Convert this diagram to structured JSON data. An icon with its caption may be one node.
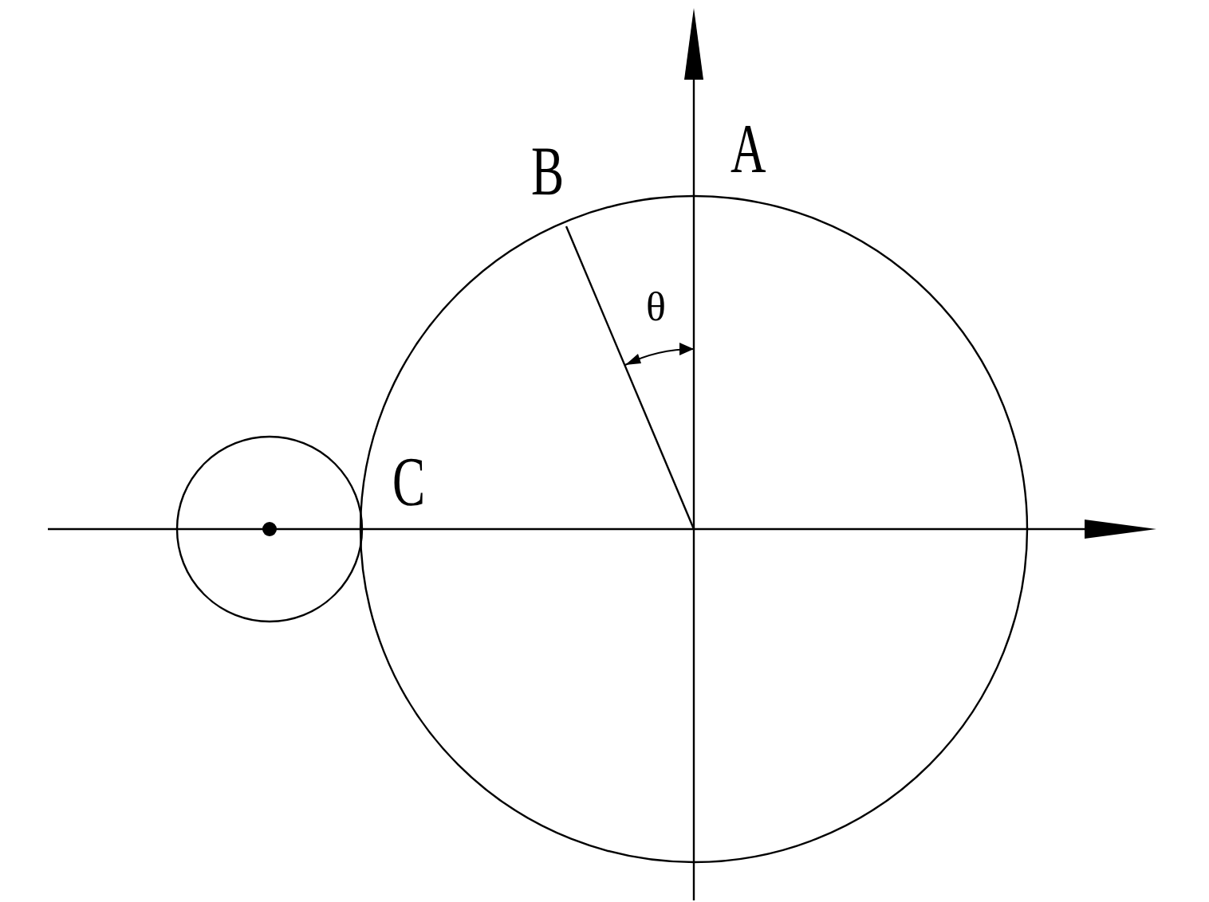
{
  "diagram": {
    "labels": [
      "A",
      "B",
      "θ",
      "C"
    ]
  }
}
